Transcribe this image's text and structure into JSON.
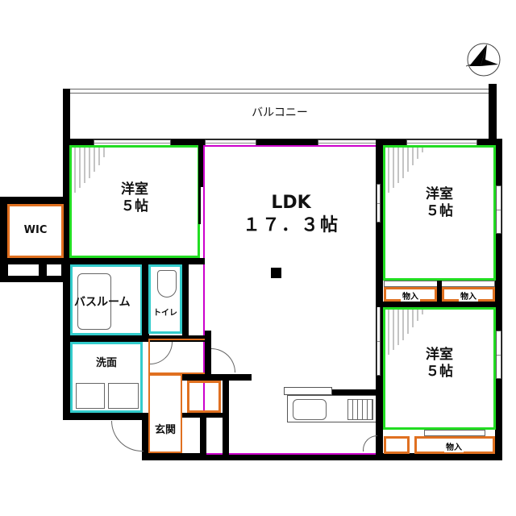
{
  "floorplan": {
    "balcony_label": "バルコニー",
    "ldk": {
      "name": "LDK",
      "size": "１７．３帖"
    },
    "room_nw": {
      "name": "洋室",
      "size": "５帖"
    },
    "room_ne": {
      "name": "洋室",
      "size": "５帖"
    },
    "room_se": {
      "name": "洋室",
      "size": "５帖"
    },
    "wic_label": "WIC",
    "bath_label": "バスルーム",
    "toilet_label": "トイレ",
    "washroom_label": "洗面",
    "entrance_label": "玄関",
    "storage_1": "物入",
    "storage_2": "物入",
    "storage_3": "物入",
    "compass_icon": "north-arrow-icon",
    "colors": {
      "wall": "#000000",
      "western_room": "#22dd22",
      "ldk": "#cc00cc",
      "wet_area": "#33cccc",
      "storage": "#e07020"
    }
  }
}
